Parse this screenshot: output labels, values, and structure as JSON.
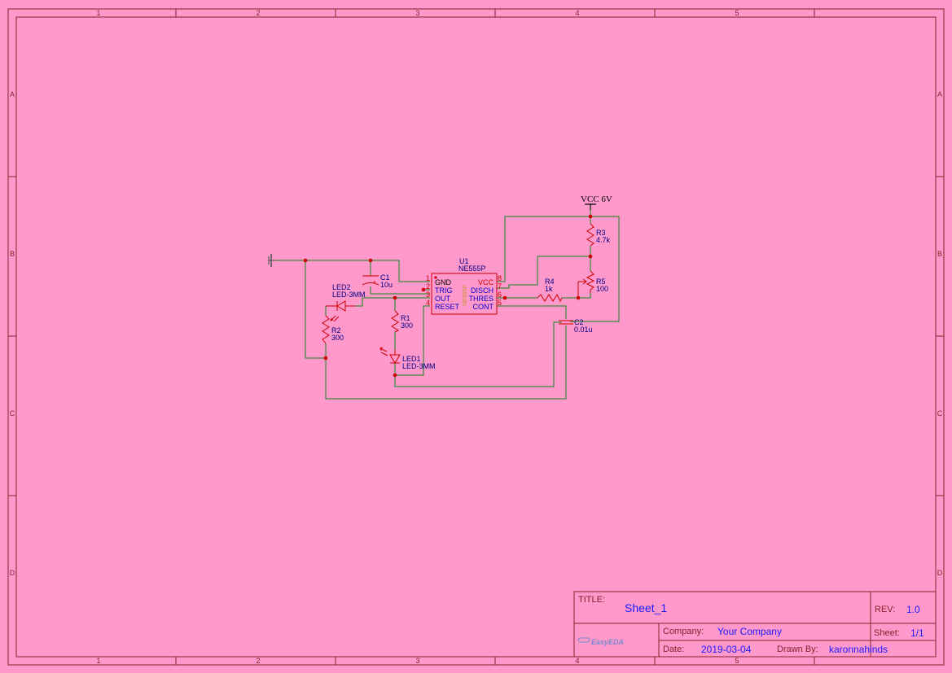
{
  "border": {
    "columns": [
      "1",
      "2",
      "3",
      "4",
      "5"
    ],
    "rows": [
      "A",
      "B",
      "C",
      "D"
    ]
  },
  "title_block": {
    "title_label": "TITLE:",
    "title": "Sheet_1",
    "rev_label": "REV:",
    "rev": "1.0",
    "company_label": "Company:",
    "company": "Your Company",
    "sheet_label": "Sheet:",
    "sheet": "1/1",
    "date_label": "Date:",
    "date": "2019-03-04",
    "drawn_label": "Drawn By:",
    "drawn_by": "karonnahinds",
    "logo": "EasyEDA"
  },
  "schematic": {
    "power": "VCC 6V",
    "u1": {
      "ref": "U1",
      "value": "NE555P",
      "body_text": "NE555P",
      "pins_left": [
        "GND",
        "TRIG",
        "OUT",
        "RESET"
      ],
      "pins_left_num": [
        "1",
        "2",
        "3",
        "4"
      ],
      "pins_right": [
        "VCC",
        "DISCH",
        "THRES",
        "CONT"
      ],
      "pins_right_num": [
        "8",
        "7",
        "6",
        "5"
      ]
    },
    "c1": {
      "ref": "C1",
      "value": "10u"
    },
    "c2": {
      "ref": "C2",
      "value": "0.01u"
    },
    "r1": {
      "ref": "R1",
      "value": "300"
    },
    "r2": {
      "ref": "R2",
      "value": "300"
    },
    "r3": {
      "ref": "R3",
      "value": "4.7k"
    },
    "r4": {
      "ref": "R4",
      "value": "1k"
    },
    "r5": {
      "ref": "R5",
      "value": "100"
    },
    "led1": {
      "ref": "LED1",
      "value": "LED-3MM"
    },
    "led2": {
      "ref": "LED2",
      "value": "LED-3MM"
    }
  },
  "colors": {
    "background": "#ff99cc",
    "frame": "#8a1f2a",
    "wire": "#3a8a3a",
    "part": "#cc0000",
    "label": "#000080"
  }
}
